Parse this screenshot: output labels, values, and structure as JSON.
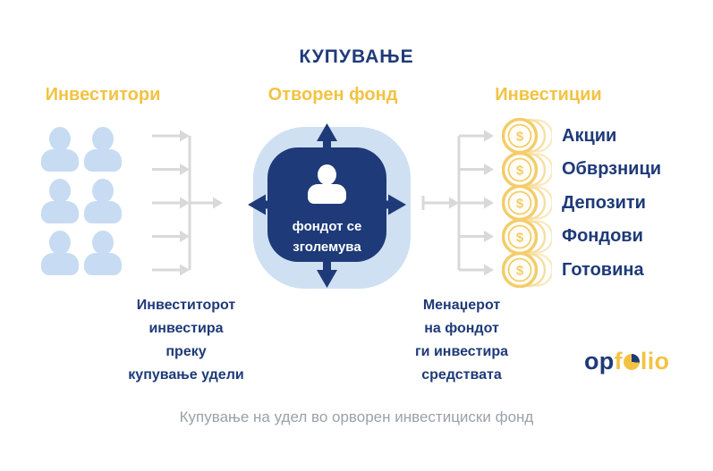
{
  "title": "КУПУВАЊЕ",
  "columns": {
    "investors": {
      "header": "Инвеститори",
      "caption": "Инвеститорот\nинвестира\nпреку\nкупување удели",
      "person_count": 6
    },
    "fund": {
      "header": "Отворен фонд",
      "label": "фондот се\nзголемува"
    },
    "investments": {
      "header": "Инвестиции",
      "caption": "Менаџерот\nна фондот\nги инвестира\nсредствата",
      "items": [
        "Акции",
        "Обврзници",
        "Депозити",
        "Фондови",
        "Готовина"
      ]
    }
  },
  "icons": {
    "coin_symbol": "$",
    "coin": "coin-stack-icon",
    "person": "person-icon"
  },
  "logo": {
    "part1": "op",
    "part2": "f",
    "part3": "lio"
  },
  "footer": {
    "caption": "Купување на удел во орворен инвестициски фонд"
  },
  "colors": {
    "navy": "#1e3a78",
    "yellow": "#f2c343",
    "light_blue": "#c7dcf2",
    "pale_blue": "#cfe0f2",
    "arrow_gray": "#d9d9d9",
    "coin_yellow": "#f3cd6b",
    "footer_gray": "#9aa1a8"
  }
}
